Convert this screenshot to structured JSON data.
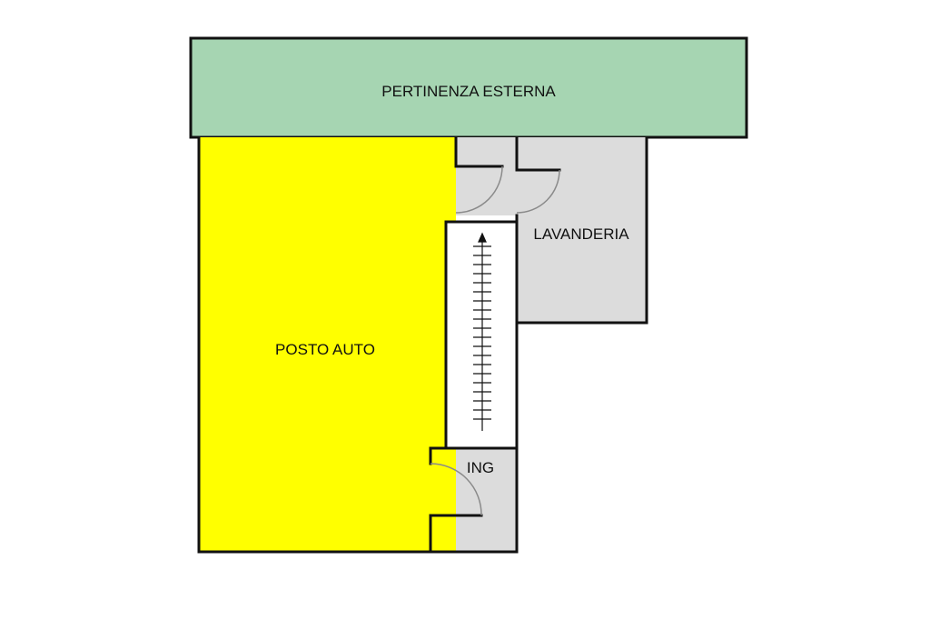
{
  "colors": {
    "exterior": "#a6d5b2",
    "parking": "#ffff00",
    "service": "#dcdcdc",
    "wall": "#111111",
    "door_arc": "#8a8a8a"
  },
  "rooms": {
    "pertinenza": {
      "label": "PERTINENZA ESTERNA"
    },
    "posto_auto": {
      "label": "POSTO AUTO"
    },
    "lavanderia": {
      "label": "LAVANDERIA"
    },
    "ingresso": {
      "label": "ING"
    }
  },
  "icons": {
    "stair": "stair-arrow-icon",
    "door": "door-swing-icon"
  }
}
